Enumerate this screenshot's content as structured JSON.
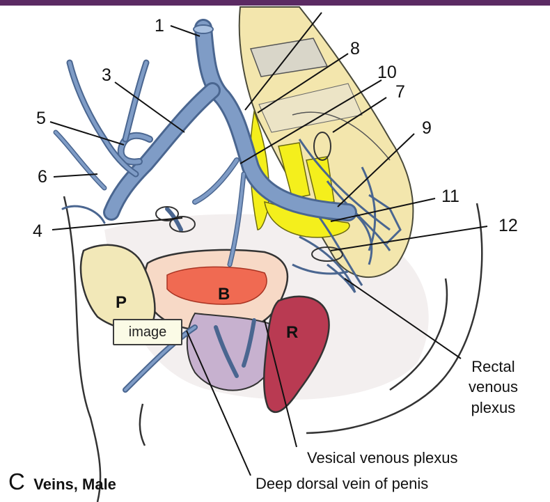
{
  "labels": {
    "n1": "1",
    "n3": "3",
    "n4": "4",
    "n5": "5",
    "n6": "6",
    "n7": "7",
    "n8": "8",
    "n9": "9",
    "n10": "10",
    "n11": "11",
    "n12": "12"
  },
  "organs": {
    "prostate": "P",
    "bladder": "B",
    "rectum": "R"
  },
  "annotations": {
    "rectal_line1": "Rectal",
    "rectal_line2": "venous",
    "rectal_line3": "plexus",
    "vesical": "Vesical venous plexus",
    "deep_dorsal": "Deep dorsal vein of penis"
  },
  "caption": {
    "letter": "C",
    "text": "Veins, Male"
  },
  "tag": {
    "label": "image"
  },
  "colors": {
    "vein": "#7f9cc6",
    "vein_edge": "#4a6690",
    "bone": "#f3e6ad",
    "sacral_nerves": "#f4ef1c",
    "bladder": "#f7d9c6",
    "bladder_lumen": "#f06a52",
    "prostate": "#f2e8b8",
    "rectum": "#b93a52",
    "top_band": "#5b2a63"
  }
}
